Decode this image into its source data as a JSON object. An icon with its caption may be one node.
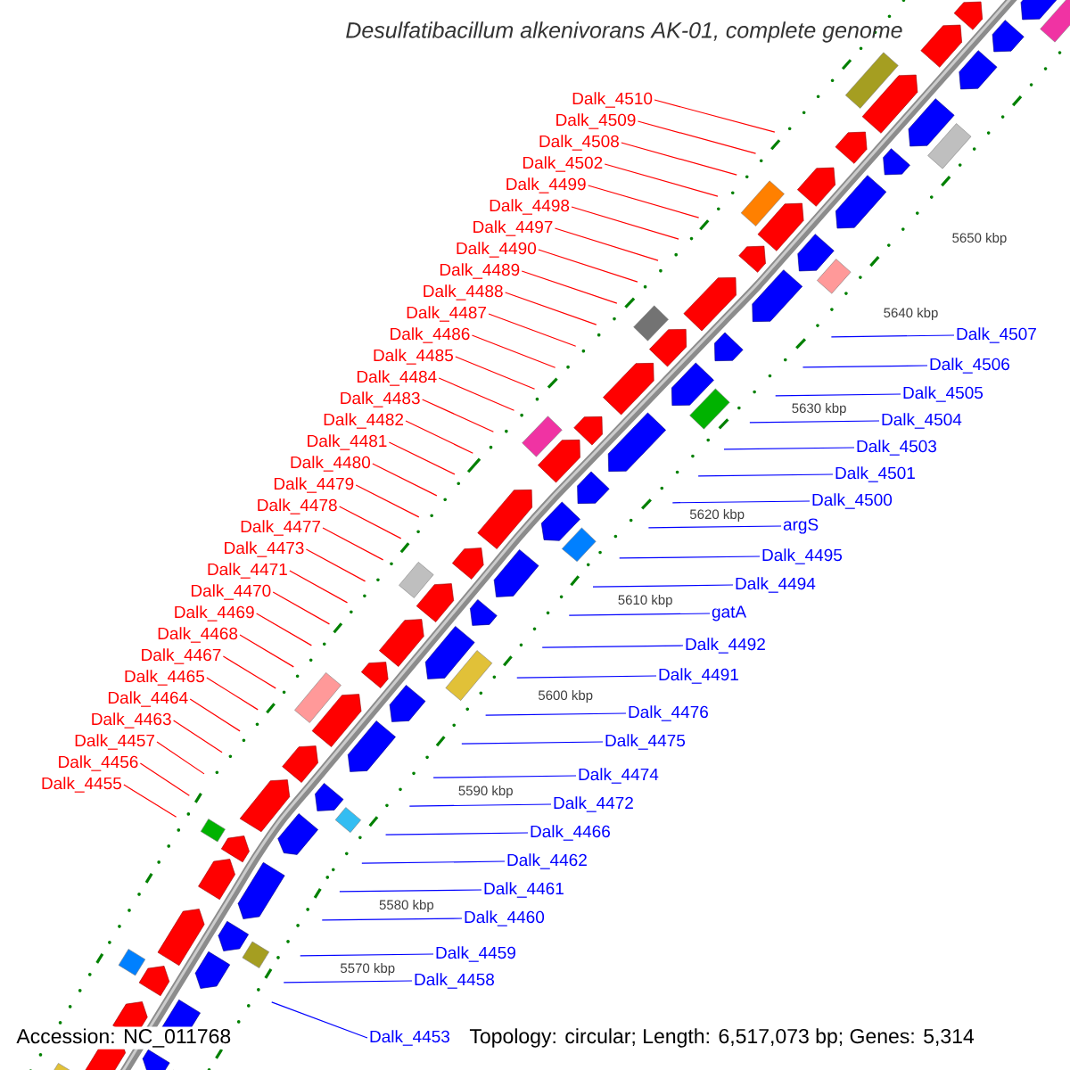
{
  "diagram": {
    "title": "Desulfatibacillum alkenivorans AK-01, complete genome",
    "nodes": [
      {
        "text": [
          "Dalk_4510"
        ]
      },
      {
        "text": [
          "Dalk_4509"
        ]
      },
      {
        "text": [
          "Dalk_4508"
        ]
      },
      {
        "text": [
          "Dalk_4502"
        ]
      },
      {
        "text": [
          "Dalk_4499"
        ]
      },
      {
        "text": [
          "Dalk_4498"
        ]
      },
      {
        "text": [
          "Dalk_4497"
        ]
      },
      {
        "text": [
          "Dalk_4490"
        ]
      },
      {
        "text": [
          "Dalk_4489"
        ]
      },
      {
        "text": [
          "Dalk_4488"
        ]
      },
      {
        "text": [
          "Dalk_4487"
        ]
      },
      {
        "text": [
          "Dalk_4486"
        ]
      },
      {
        "text": [
          "Dalk_4507"
        ]
      },
      {
        "text": [
          "Dalk_4485"
        ]
      },
      {
        "text": [
          "Dalk_4506"
        ]
      },
      {
        "text": [
          "Dalk_4484"
        ]
      },
      {
        "text": [
          "Dalk_4505"
        ]
      },
      {
        "text": [
          "Dalk_4483"
        ]
      },
      {
        "text": [
          "Dalk_4482"
        ]
      },
      {
        "text": [
          "Dalk_4504"
        ]
      },
      {
        "text": [
          "Dalk_4481"
        ]
      },
      {
        "text": [
          "Dalk_4503"
        ]
      },
      {
        "text": [
          "Dalk_4480"
        ]
      },
      {
        "text": [
          "Dalk_4501"
        ]
      },
      {
        "text": [
          "Dalk_4479"
        ]
      },
      {
        "text": [
          "Dalk_4500"
        ]
      },
      {
        "text": [
          "Dalk_4478"
        ]
      },
      {
        "text": [
          "argS"
        ]
      },
      {
        "text": [
          "Dalk_4477"
        ]
      },
      {
        "text": [
          "Dalk_4473"
        ]
      },
      {
        "text": [
          "Dalk_4495"
        ]
      },
      {
        "text": [
          "Dalk_4471"
        ]
      },
      {
        "text": [
          "Dalk_4494"
        ]
      },
      {
        "text": [
          "Dalk_4470"
        ]
      },
      {
        "text": [
          "gatA"
        ]
      },
      {
        "text": [
          "Dalk_4469"
        ]
      },
      {
        "text": [
          "Dalk_4468"
        ]
      },
      {
        "text": [
          "Dalk_4492"
        ]
      },
      {
        "text": [
          "Dalk_4467"
        ]
      },
      {
        "text": [
          "Dalk_4491"
        ]
      },
      {
        "text": [
          "Dalk_4465"
        ]
      },
      {
        "text": [
          "Dalk_4464"
        ]
      },
      {
        "text": [
          "Dalk_4476"
        ]
      },
      {
        "text": [
          "Dalk_4463"
        ]
      },
      {
        "text": [
          "Dalk_4475"
        ]
      },
      {
        "text": [
          "Dalk_4457"
        ]
      },
      {
        "text": [
          "Dalk_4456"
        ]
      },
      {
        "text": [
          "Dalk_4474"
        ]
      },
      {
        "text": [
          "Dalk_4455"
        ]
      },
      {
        "text": [
          "Dalk_4472"
        ]
      },
      {
        "text": [
          "Dalk_4466"
        ]
      },
      {
        "text": [
          "Dalk_4462"
        ]
      },
      {
        "text": [
          "Dalk_4461"
        ]
      },
      {
        "text": [
          "Dalk_4460"
        ]
      },
      {
        "text": [
          "Dalk_4459"
        ]
      },
      {
        "text": [
          "Dalk_4458"
        ]
      },
      {
        "text": [
          "Dalk_4453"
        ]
      }
    ],
    "edges": [
      {
        "from": 0,
        "to": null,
        "arrow": "none"
      },
      {
        "from": 1,
        "to": null,
        "arrow": "none"
      },
      {
        "from": 2,
        "to": null,
        "arrow": "none"
      },
      {
        "from": 3,
        "to": null,
        "arrow": "none"
      },
      {
        "from": 4,
        "to": null,
        "arrow": "none"
      },
      {
        "from": 5,
        "to": null,
        "arrow": "none"
      },
      {
        "from": 6,
        "to": null,
        "arrow": "none"
      },
      {
        "from": 7,
        "to": null,
        "arrow": "none"
      },
      {
        "from": 8,
        "to": null,
        "arrow": "none"
      },
      {
        "from": 9,
        "to": null,
        "arrow": "none"
      },
      {
        "from": 10,
        "to": null,
        "arrow": "none"
      },
      {
        "from": 11,
        "to": null,
        "arrow": "none"
      },
      {
        "from": 12,
        "to": null,
        "arrow": "none",
        "color": "#0000ff"
      },
      {
        "from": 13,
        "to": null,
        "arrow": "none"
      },
      {
        "from": 14,
        "to": null,
        "arrow": "none",
        "color": "#0000ff"
      },
      {
        "from": 15,
        "to": null,
        "arrow": "none"
      },
      {
        "from": 16,
        "to": null,
        "arrow": "none",
        "color": "#0000ff"
      },
      {
        "from": 17,
        "to": null,
        "arrow": "none"
      },
      {
        "from": 18,
        "to": null,
        "arrow": "none"
      },
      {
        "from": 19,
        "to": null,
        "arrow": "none",
        "color": "#0000ff"
      },
      {
        "from": 20,
        "to": null,
        "arrow": "none"
      },
      {
        "from": 21,
        "to": null,
        "arrow": "none",
        "color": "#0000ff"
      },
      {
        "from": 22,
        "to": null,
        "arrow": "none"
      },
      {
        "from": 23,
        "to": null,
        "arrow": "none",
        "color": "#0000ff"
      },
      {
        "from": 24,
        "to": null,
        "arrow": "none"
      },
      {
        "from": 25,
        "to": null,
        "arrow": "none",
        "color": "#0000ff"
      },
      {
        "from": 26,
        "to": null,
        "arrow": "none"
      },
      {
        "from": 27,
        "to": null,
        "arrow": "none",
        "color": "#0000ff"
      },
      {
        "from": 28,
        "to": null,
        "arrow": "none"
      },
      {
        "from": 29,
        "to": null,
        "arrow": "none"
      },
      {
        "from": 30,
        "to": null,
        "arrow": "none",
        "color": "#0000ff"
      },
      {
        "from": 31,
        "to": null,
        "arrow": "none"
      },
      {
        "from": 32,
        "to": null,
        "arrow": "none",
        "color": "#0000ff"
      },
      {
        "from": 33,
        "to": null,
        "arrow": "none"
      },
      {
        "from": 34,
        "to": null,
        "arrow": "none",
        "color": "#0000ff"
      },
      {
        "from": 35,
        "to": null,
        "arrow": "none"
      },
      {
        "from": 36,
        "to": null,
        "arrow": "none"
      },
      {
        "from": 37,
        "to": null,
        "arrow": "none",
        "color": "#0000ff"
      },
      {
        "from": 38,
        "to": null,
        "arrow": "none"
      },
      {
        "from": 39,
        "to": null,
        "arrow": "none",
        "color": "#0000ff"
      },
      {
        "from": 40,
        "to": null,
        "arrow": "none"
      },
      {
        "from": 41,
        "to": null,
        "arrow": "none"
      },
      {
        "from": 42,
        "to": null,
        "arrow": "none",
        "color": "#0000ff"
      },
      {
        "from": 43,
        "to": null,
        "arrow": "none"
      },
      {
        "from": 44,
        "to": null,
        "arrow": "none",
        "color": "#0000ff"
      },
      {
        "from": 45,
        "to": null,
        "arrow": "none"
      },
      {
        "from": 46,
        "to": null,
        "arrow": "none"
      },
      {
        "from": 47,
        "to": null,
        "arrow": "none",
        "color": "#0000ff"
      },
      {
        "from": 48,
        "to": null,
        "arrow": "none"
      },
      {
        "from": 49,
        "to": null,
        "arrow": "none",
        "color": "#0000ff"
      },
      {
        "from": 50,
        "to": null,
        "arrow": "none",
        "color": "#0000ff"
      },
      {
        "from": 51,
        "to": null,
        "arrow": "none",
        "color": "#0000ff"
      },
      {
        "from": 52,
        "to": null,
        "arrow": "none",
        "color": "#0000ff"
      },
      {
        "from": 53,
        "to": null,
        "arrow": "none",
        "color": "#0000ff"
      },
      {
        "from": 54,
        "to": null,
        "arrow": "none",
        "color": "#0000ff"
      },
      {
        "from": 55,
        "to": null,
        "arrow": "none",
        "color": "#0000ff"
      },
      {
        "from": 56,
        "to": null,
        "arrow": "none",
        "color": "#0000ff"
      }
    ],
    "labels": [
      "5650 kbp",
      "5640 kbp",
      "5630 kbp",
      "5620 kbp",
      "5610 kbp",
      "5600 kbp",
      "5590 kbp",
      "5580 kbp",
      "5570 kbp",
      "Accession: NC_011768",
      "Topology: circular; Length: 6,517,073 bp; Genes: 5,314"
    ]
  }
}
